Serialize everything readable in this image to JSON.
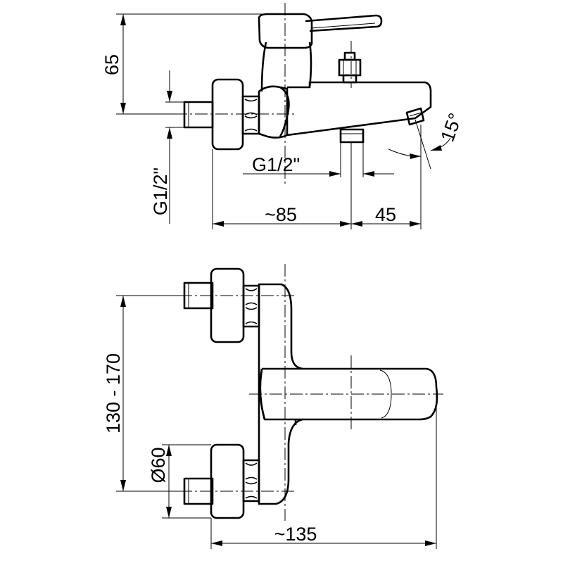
{
  "dimensions": {
    "height_65": "65",
    "thread_vertical": "G1/2\"",
    "thread_horizontal": "G1/2\"",
    "width_85": "~85",
    "spout_45": "45",
    "angle_15": "15°",
    "centers_range": "130 - 170",
    "diameter_60": "Ø60",
    "total_135": "~135"
  }
}
